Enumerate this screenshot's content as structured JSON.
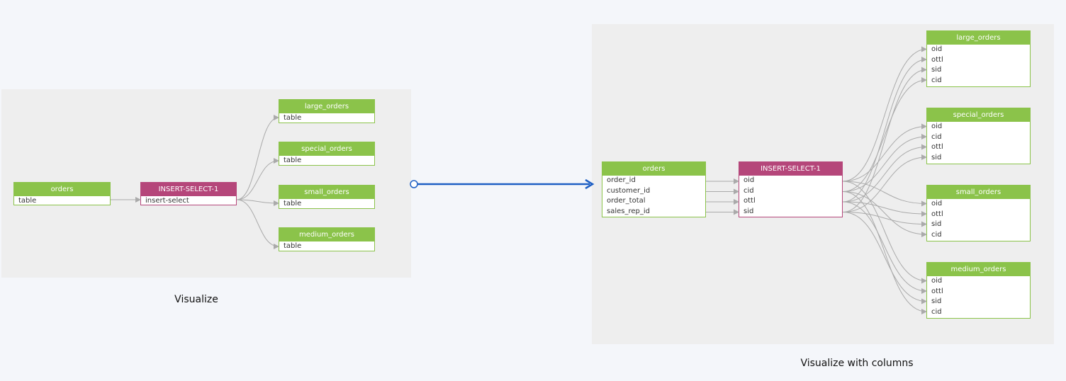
{
  "left": {
    "caption": "Visualize",
    "source": {
      "title": "orders",
      "type": "table"
    },
    "process": {
      "title": "INSERT-SELECT-1",
      "type": "insert-select"
    },
    "targets": [
      {
        "title": "large_orders",
        "type": "table"
      },
      {
        "title": "special_orders",
        "type": "table"
      },
      {
        "title": "small_orders",
        "type": "table"
      },
      {
        "title": "medium_orders",
        "type": "table"
      }
    ]
  },
  "right": {
    "caption": "Visualize with columns",
    "source": {
      "title": "orders",
      "columns": [
        "order_id",
        "customer_id",
        "order_total",
        "sales_rep_id"
      ]
    },
    "process": {
      "title": "INSERT-SELECT-1",
      "columns": [
        "oid",
        "cid",
        "ottl",
        "sid"
      ]
    },
    "targets": [
      {
        "title": "large_orders",
        "columns": [
          "oid",
          "ottl",
          "sid",
          "cid"
        ]
      },
      {
        "title": "special_orders",
        "columns": [
          "oid",
          "cid",
          "ottl",
          "sid"
        ]
      },
      {
        "title": "small_orders",
        "columns": [
          "oid",
          "ottl",
          "sid",
          "cid"
        ]
      },
      {
        "title": "medium_orders",
        "columns": [
          "oid",
          "ottl",
          "sid",
          "cid"
        ]
      }
    ]
  },
  "colors": {
    "table": "#8bc34a",
    "process": "#b5467a",
    "edge": "#aaaaaa",
    "arrow": "#1e5fc4"
  }
}
